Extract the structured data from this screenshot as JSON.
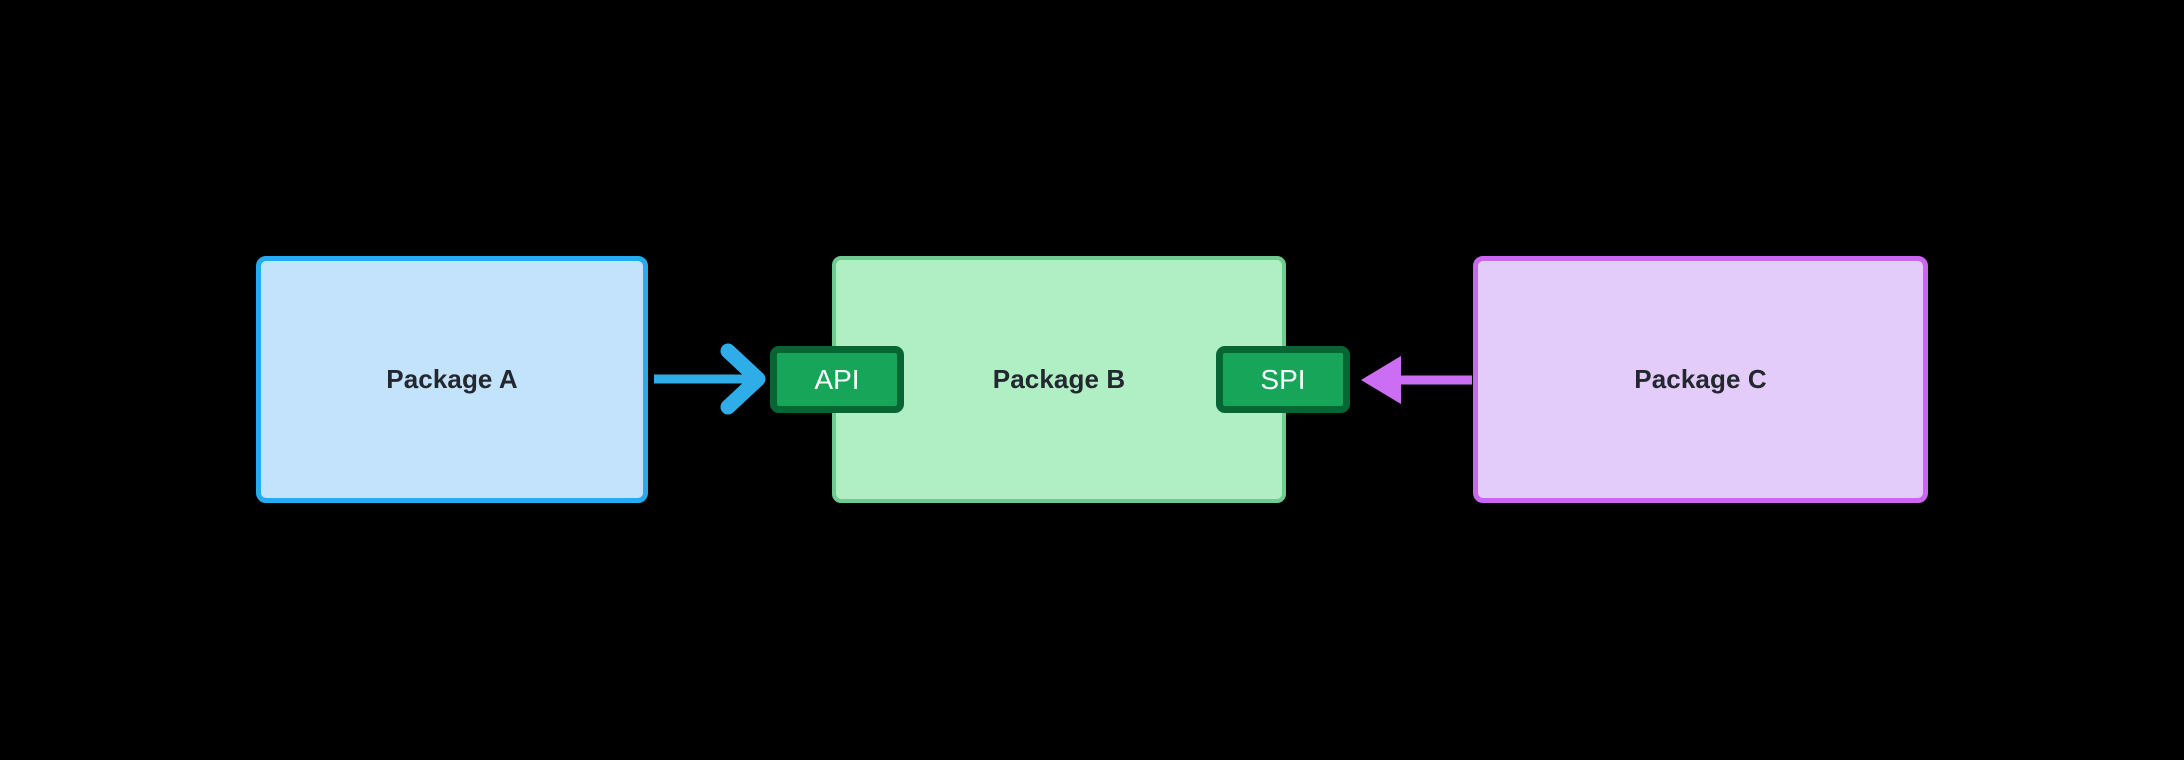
{
  "diagram": {
    "title": "Package API / SPI dependency diagram",
    "background_color": "#000000",
    "nodes": [
      {
        "id": "package-a",
        "label": "Package A",
        "fill": "#c2e3fb",
        "stroke": "#26abee",
        "text_color": "#23272f",
        "shape": "rounded-rectangle"
      },
      {
        "id": "package-b",
        "label": "Package B",
        "fill": "#b0eec4",
        "stroke": "#6fcb90",
        "text_color": "#23272f",
        "shape": "rounded-rectangle"
      },
      {
        "id": "package-c",
        "label": "Package C",
        "fill": "#e4ccfa",
        "stroke": "#ca66f0",
        "text_color": "#23272f",
        "shape": "rounded-rectangle"
      }
    ],
    "ports": [
      {
        "id": "api",
        "label": "API",
        "fill": "#17a55a",
        "stroke": "#056633",
        "text_color": "#ffffff",
        "attached_to": "package-b",
        "side": "left"
      },
      {
        "id": "spi",
        "label": "SPI",
        "fill": "#17a55a",
        "stroke": "#056633",
        "text_color": "#ffffff",
        "attached_to": "package-b",
        "side": "right"
      }
    ],
    "edges": [
      {
        "id": "edge-a-to-api",
        "from": "package-a",
        "to": "api",
        "label": "",
        "color": "#2eade8",
        "direction": "right",
        "arrowhead": "open-chevron"
      },
      {
        "id": "edge-c-to-spi",
        "from": "package-c",
        "to": "spi",
        "label": "",
        "color": "#cc6ef4",
        "direction": "left",
        "arrowhead": "filled-triangle"
      }
    ]
  }
}
